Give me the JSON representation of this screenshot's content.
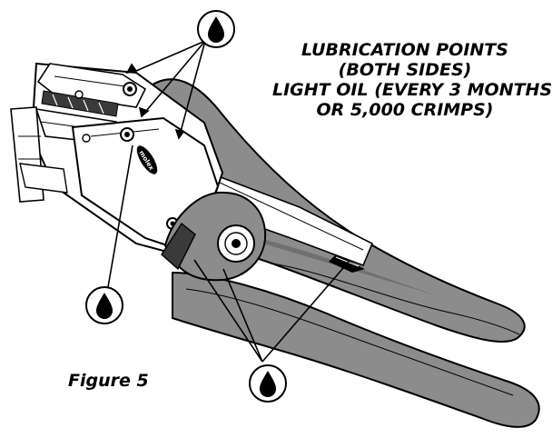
{
  "instructions": {
    "line1": "LUBRICATION POINTS",
    "line2": "(BOTH SIDES)",
    "line3": "LIGHT OIL (EVERY 3 MONTHS",
    "line4": "OR 5,000 CRIMPS)"
  },
  "figure_label": "Figure 5",
  "tool_brand_mark": "molex",
  "colors": {
    "ink": "#000000",
    "handle_fill": "#8c8c8c",
    "handle_dark": "#5a5a5a",
    "metal_fill": "#ffffff",
    "shadow": "#3a3a3a"
  },
  "icons": {
    "oil_drop": "oil-drop-icon"
  }
}
